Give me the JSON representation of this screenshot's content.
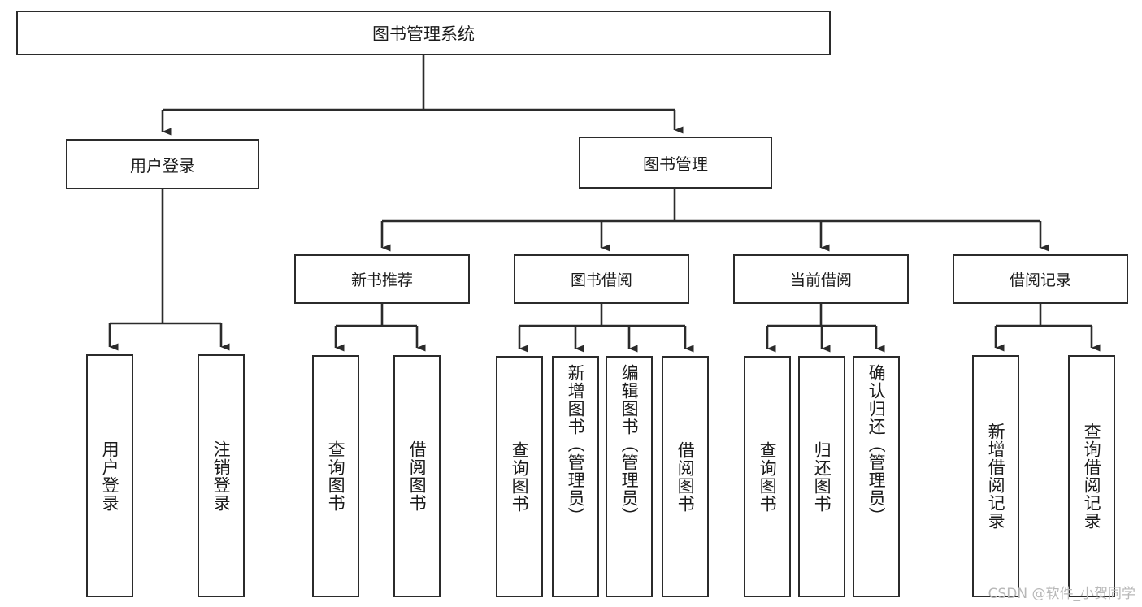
{
  "diagram": {
    "title": "图书管理系统",
    "watermark": "CSDN @软件_小贺同学",
    "colors": {
      "background": "#ffffff",
      "stroke": "#2b2b2b",
      "text": "#1b1b1b",
      "watermark": "#b8b8b8"
    },
    "root": {
      "label": "图书管理系统"
    },
    "level2": [
      {
        "label": "用户登录"
      },
      {
        "label": "图书管理"
      }
    ],
    "level3": [
      {
        "label": "新书推荐"
      },
      {
        "label": "图书借阅"
      },
      {
        "label": "当前借阅"
      },
      {
        "label": "借阅记录"
      }
    ],
    "leaves": [
      {
        "label": "用户登录"
      },
      {
        "label": "注销登录"
      },
      {
        "label": "查询图书"
      },
      {
        "label": "借阅图书"
      },
      {
        "label": "查询图书"
      },
      {
        "label": "新增图书（管理员）"
      },
      {
        "label": "编辑图书（管理员）"
      },
      {
        "label": "借阅图书"
      },
      {
        "label": "查询图书"
      },
      {
        "label": "归还图书"
      },
      {
        "label": "确认归还（管理员）"
      },
      {
        "label": "新增借阅记录"
      },
      {
        "label": "查询借阅记录"
      }
    ]
  },
  "chart_data": {
    "type": "diagram",
    "subtype": "tree",
    "title": "图书管理系统",
    "orientation": "top-down",
    "edge_style": "orthogonal-with-arrowheads",
    "nodes": [
      {
        "id": "root",
        "label": "图书管理系统",
        "level": 1,
        "parent": null
      },
      {
        "id": "n2-1",
        "label": "用户登录",
        "level": 2,
        "parent": "root"
      },
      {
        "id": "n2-2",
        "label": "图书管理",
        "level": 2,
        "parent": "root"
      },
      {
        "id": "n3-1",
        "label": "新书推荐",
        "level": 3,
        "parent": "n2-2"
      },
      {
        "id": "n3-2",
        "label": "图书借阅",
        "level": 3,
        "parent": "n2-2"
      },
      {
        "id": "n3-3",
        "label": "当前借阅",
        "level": 3,
        "parent": "n2-2"
      },
      {
        "id": "n3-4",
        "label": "借阅记录",
        "level": 3,
        "parent": "n2-2"
      },
      {
        "id": "l1",
        "label": "用户登录",
        "level": 4,
        "parent": "n2-1"
      },
      {
        "id": "l2",
        "label": "注销登录",
        "level": 4,
        "parent": "n2-1"
      },
      {
        "id": "l3",
        "label": "查询图书",
        "level": 4,
        "parent": "n3-1"
      },
      {
        "id": "l4",
        "label": "借阅图书",
        "level": 4,
        "parent": "n3-1"
      },
      {
        "id": "l5",
        "label": "查询图书",
        "level": 4,
        "parent": "n3-2"
      },
      {
        "id": "l6",
        "label": "新增图书（管理员）",
        "level": 4,
        "parent": "n3-2"
      },
      {
        "id": "l7",
        "label": "编辑图书（管理员）",
        "level": 4,
        "parent": "n3-2"
      },
      {
        "id": "l8",
        "label": "借阅图书",
        "level": 4,
        "parent": "n3-2"
      },
      {
        "id": "l9",
        "label": "查询图书",
        "level": 4,
        "parent": "n3-3"
      },
      {
        "id": "l10",
        "label": "归还图书",
        "level": 4,
        "parent": "n3-3"
      },
      {
        "id": "l11",
        "label": "确认归还（管理员）",
        "level": 4,
        "parent": "n3-3"
      },
      {
        "id": "l12",
        "label": "新增借阅记录",
        "level": 4,
        "parent": "n3-4"
      },
      {
        "id": "l13",
        "label": "查询借阅记录",
        "level": 4,
        "parent": "n3-4"
      }
    ]
  }
}
